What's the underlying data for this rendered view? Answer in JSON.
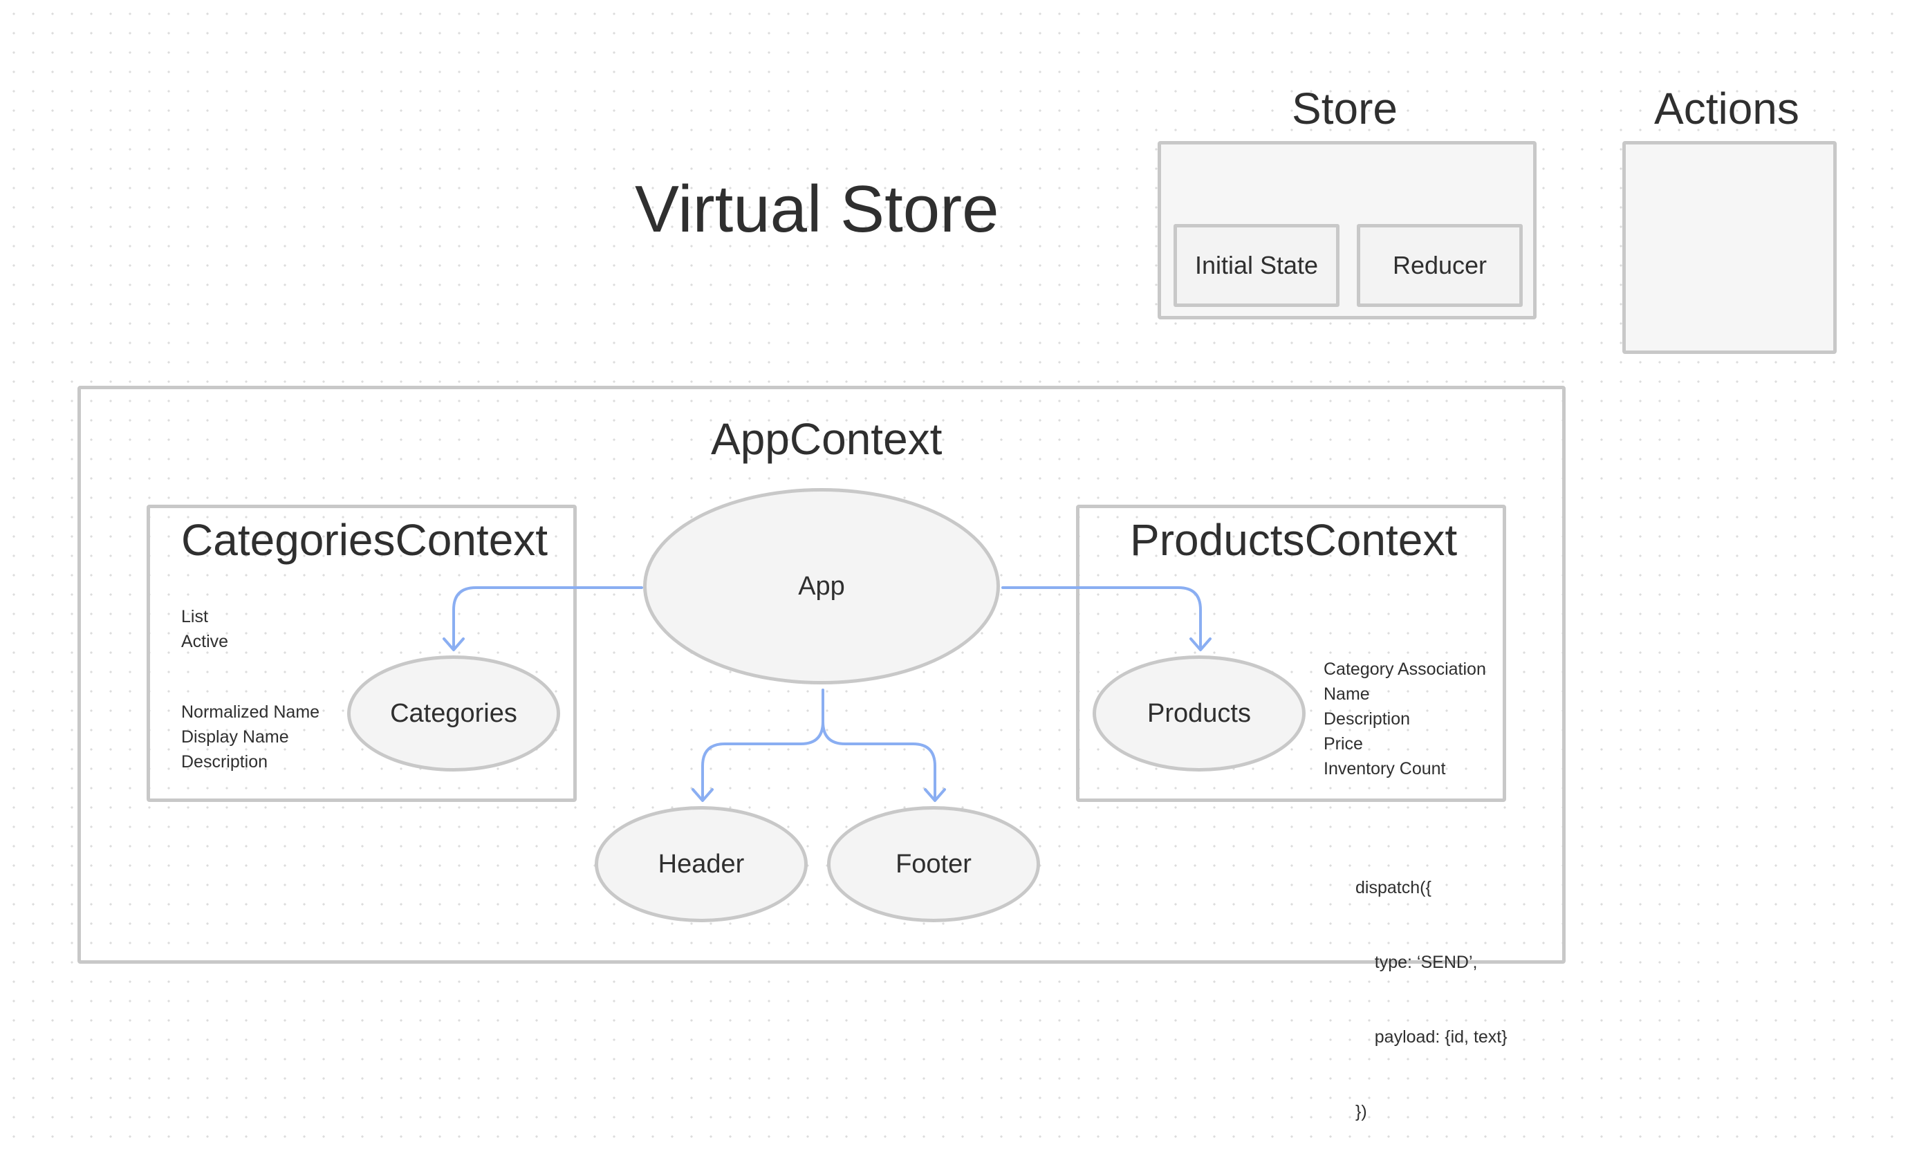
{
  "page_title": "Virtual Store",
  "store": {
    "title": "Store",
    "initial_state": "Initial State",
    "reducer": "Reducer"
  },
  "actions": {
    "title": "Actions"
  },
  "app_context": {
    "title": "AppContext",
    "app": "App",
    "header": "Header",
    "footer": "Footer"
  },
  "categories_context": {
    "title": "CategoriesContext",
    "node": "Categories",
    "state_fields": [
      "List",
      "Active"
    ],
    "item_fields": [
      "Normalized Name",
      "Display Name",
      "Description"
    ]
  },
  "products_context": {
    "title": "ProductsContext",
    "node": "Products",
    "item_fields": [
      "Category Association",
      "Name",
      "Description",
      "Price",
      "Inventory Count"
    ]
  },
  "dispatch_code": [
    "dispatch({",
    "    type: ‘SEND’,",
    "    payload: {id, text}",
    "})"
  ],
  "colors": {
    "connector": "#8aaef2",
    "border": "#c8c8c8",
    "fill": "#f6f6f6"
  }
}
